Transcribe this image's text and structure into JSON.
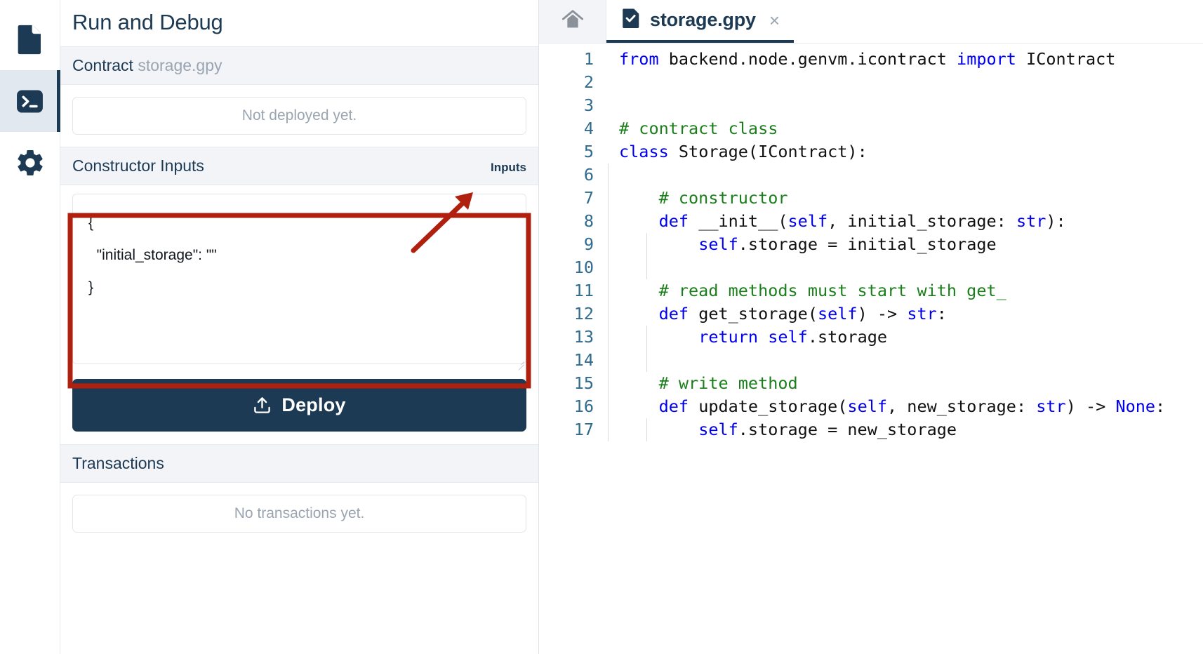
{
  "activity_bar": {
    "items": [
      {
        "name": "file-icon",
        "label": "Files",
        "active": false
      },
      {
        "name": "terminal-icon",
        "label": "Run and Debug",
        "active": true
      },
      {
        "name": "gear-icon",
        "label": "Settings",
        "active": false
      }
    ]
  },
  "panel": {
    "title": "Run and Debug",
    "contract_section": {
      "label": "Contract",
      "file": "storage.gpy",
      "status": "Not deployed yet."
    },
    "constructor_section": {
      "label": "Constructor Inputs",
      "right_label": "Inputs",
      "json_value": "{\n  \"initial_storage\": \"\"\n}",
      "json_placeholder": "{}"
    },
    "deploy_button": {
      "label": "Deploy",
      "icon": "upload-icon",
      "bg_color": "#1d3a54"
    },
    "transactions_section": {
      "label": "Transactions",
      "empty": "No transactions yet."
    }
  },
  "annotation": {
    "color": "#b0200f",
    "shape": "rectangle-with-arrow",
    "target": "Inputs"
  },
  "editor": {
    "home_tab": {
      "icon": "home-icon"
    },
    "tab": {
      "icon": "file-check-icon",
      "label": "storage.gpy",
      "close": "×",
      "active": true
    },
    "line_numbers": [
      "1",
      "2",
      "3",
      "4",
      "5",
      "6",
      "7",
      "8",
      "9",
      "10",
      "11",
      "12",
      "13",
      "14",
      "15",
      "16",
      "17"
    ],
    "lines": [
      [
        {
          "t": "from",
          "c": "k"
        },
        {
          "t": " backend.node.genvm.icontract ",
          "c": "pl"
        },
        {
          "t": "import",
          "c": "k"
        },
        {
          "t": " IContract",
          "c": "pl"
        }
      ],
      [],
      [],
      [
        {
          "t": "# contract class",
          "c": "cm"
        }
      ],
      [
        {
          "t": "class",
          "c": "k"
        },
        {
          "t": " Storage(IContract):",
          "c": "pl"
        }
      ],
      [],
      [
        {
          "t": "    # constructor",
          "c": "cm"
        }
      ],
      [
        {
          "t": "    ",
          "c": "pl"
        },
        {
          "t": "def",
          "c": "k"
        },
        {
          "t": " __init__(",
          "c": "pl"
        },
        {
          "t": "self",
          "c": "kb"
        },
        {
          "t": ", initial_storage: ",
          "c": "pl"
        },
        {
          "t": "str",
          "c": "kb"
        },
        {
          "t": "):",
          "c": "pl"
        }
      ],
      [
        {
          "t": "        ",
          "c": "pl"
        },
        {
          "t": "self",
          "c": "kb"
        },
        {
          "t": ".storage = initial_storage",
          "c": "pl"
        }
      ],
      [],
      [
        {
          "t": "    # read methods must start with get_",
          "c": "cm"
        }
      ],
      [
        {
          "t": "    ",
          "c": "pl"
        },
        {
          "t": "def",
          "c": "k"
        },
        {
          "t": " get_storage(",
          "c": "pl"
        },
        {
          "t": "self",
          "c": "kb"
        },
        {
          "t": ") -> ",
          "c": "pl"
        },
        {
          "t": "str",
          "c": "kb"
        },
        {
          "t": ":",
          "c": "pl"
        }
      ],
      [
        {
          "t": "        ",
          "c": "pl"
        },
        {
          "t": "return",
          "c": "k"
        },
        {
          "t": " ",
          "c": "pl"
        },
        {
          "t": "self",
          "c": "kb"
        },
        {
          "t": ".storage",
          "c": "pl"
        }
      ],
      [],
      [
        {
          "t": "    # write method",
          "c": "cm"
        }
      ],
      [
        {
          "t": "    ",
          "c": "pl"
        },
        {
          "t": "def",
          "c": "k"
        },
        {
          "t": " update_storage(",
          "c": "pl"
        },
        {
          "t": "self",
          "c": "kb"
        },
        {
          "t": ", new_storage: ",
          "c": "pl"
        },
        {
          "t": "str",
          "c": "kb"
        },
        {
          "t": ") -> ",
          "c": "pl"
        },
        {
          "t": "None",
          "c": "kb"
        },
        {
          "t": ":",
          "c": "pl"
        }
      ],
      [
        {
          "t": "        ",
          "c": "pl"
        },
        {
          "t": "self",
          "c": "kb"
        },
        {
          "t": ".storage = new_storage",
          "c": "pl"
        }
      ]
    ]
  }
}
